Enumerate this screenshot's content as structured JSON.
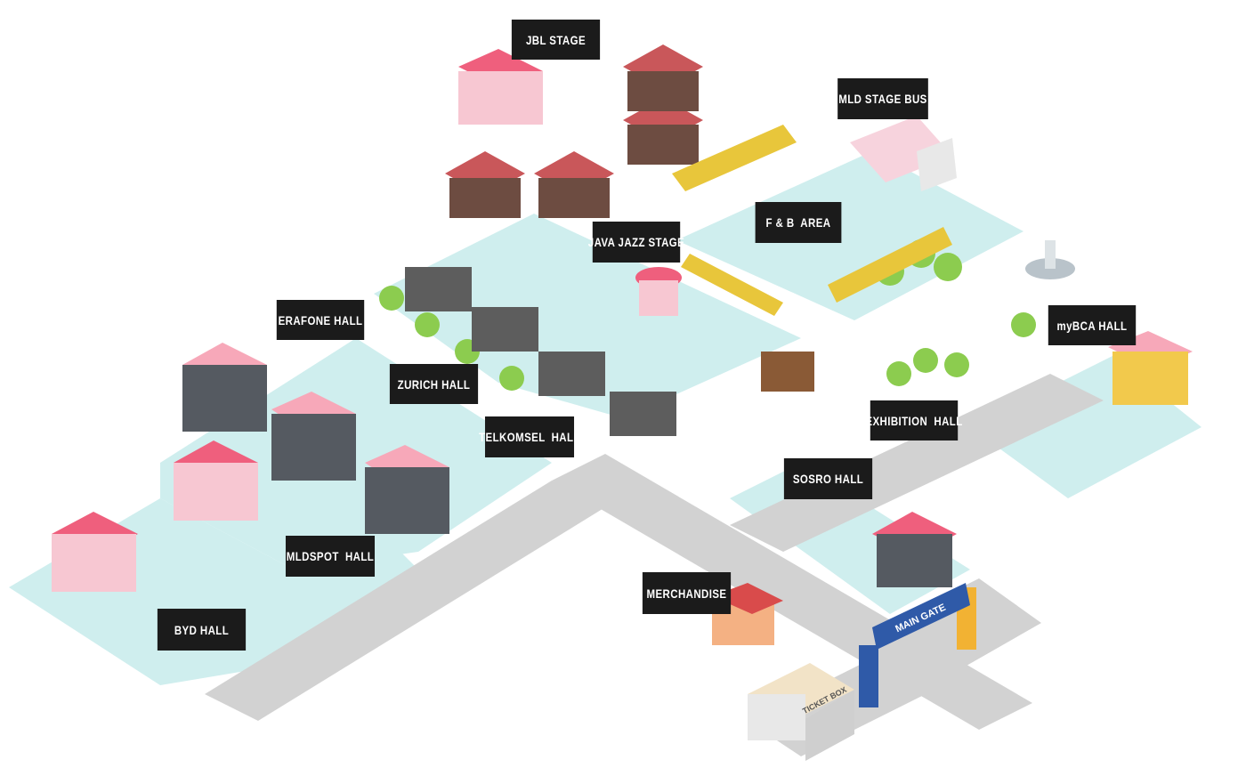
{
  "colors": {
    "ground": "#cfeeee",
    "road": "#d2d2d2",
    "tent_roof": "#ef5f7d",
    "tent_roof_light": "#f7a8b9",
    "tent_body": "#555a61",
    "booth_roof": "#c9575a",
    "awning": "#e8c63b",
    "label_bg": "#1b1b1b",
    "label_text": "#ffffff",
    "gate_blue": "#2f5aa8",
    "gate_yellow": "#f2b233",
    "tree": "#8ccc4f"
  },
  "locations": {
    "jbl_stage": "JBL STAGE",
    "mld_stage_bus": "MLD STAGE BUS",
    "fb_area": "F & B  AREA",
    "java_jazz_stage": "JAVA JAZZ STAGE",
    "erafone_hall": "ERAFONE HALL",
    "zurich_hall": "ZURICH HALL",
    "telkomsel_hall": "TELKOMSEL  HALL",
    "exhibition_hall": "EXHIBITION  HALL",
    "mybca_hall": "myBCA HALL",
    "sosro_hall": "SOSRO HALL",
    "mldspot_hall": "MLDSPOT  HALL",
    "byd_hall": "BYD HALL",
    "merchandise": "MERCHANDISE"
  },
  "signs": {
    "main_gate": "MAIN GATE",
    "ticket_box": "TICKET BOX"
  }
}
